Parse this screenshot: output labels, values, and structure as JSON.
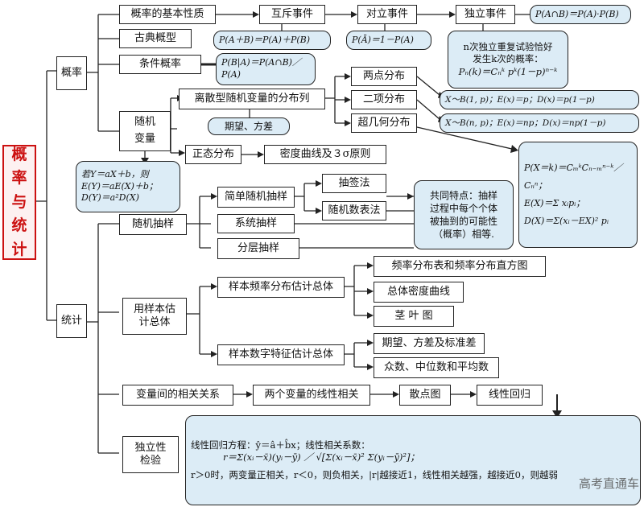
{
  "root": {
    "chars": [
      "概",
      "率",
      "与",
      "统",
      "计"
    ]
  },
  "l1": {
    "gailv": "概率",
    "tongji": "统计"
  },
  "prob": {
    "basic": "概率的基本性质",
    "classic": "古典概型",
    "cond": "条件概率",
    "rv": "随机变量",
    "mutex": "互斥事件",
    "opposite": "对立事件",
    "indep": "独立事件",
    "f_mutex": "P(A＋B)＝P(A)＋P(B)",
    "f_opp": "P(Ā)＝1－P(A)",
    "f_ind": "P(A∩B)＝P(A)·P(B)",
    "nrep_1": "n次独立重复试验恰好",
    "nrep_2": "发生k次的概率：",
    "nrep_3": "Pₙ(k)＝Cₙᵏ pᵏ(1－p)ⁿ⁻ᵏ",
    "f_cond": "P(B|A)＝P(A∩B)／P(A)",
    "discrete": "离散型随机变量的分布列",
    "expvar": "期望、方差",
    "twopoint": "两点分布",
    "binom": "二项分布",
    "hyper": "超几何分布",
    "f_twopoint": "X～B(1, p)；E(x)＝p；D(x)＝p(1－p)",
    "f_binom": "X～B(n, p)；E(x)＝np；D(x)＝np(1－p)",
    "f_hyper_1": "P(X＝k)＝CₘᵏCₙ₋ₘⁿ⁻ᵏ／Cₙⁿ；",
    "f_hyper_2": "E(X)＝Σ xᵢpᵢ；",
    "f_hyper_3": "D(X)＝Σ(xᵢ－EX)² pᵢ",
    "f_linear_1": "若Y＝aX＋b，则",
    "f_linear_2": "E(Y)＝aE(X)＋b；",
    "f_linear_3": "D(Y)＝a²D(X)",
    "normal": "正态分布",
    "density": "密度曲线及３σ原则"
  },
  "stat": {
    "sampling": "随机抽样",
    "simple": "简单随机抽样",
    "lottery": "抽签法",
    "randtable": "随机数表法",
    "systematic": "系统抽样",
    "stratified": "分层抽样",
    "common_1": "共同特点：抽样",
    "common_2": "过程中每个个体",
    "common_3": "被抽到的可能性",
    "common_4": "（概率）相等.",
    "estimate_1": "用样本估",
    "estimate_2": "计总体",
    "freqdist": "样本频率分布估计总体",
    "freqtable": "频率分布表和频率分布直方图",
    "densitycurve": "总体密度曲线",
    "stemleaf": "茎 叶 图",
    "numfeat": "样本数字特征估计总体",
    "evs": "期望、方差及标准差",
    "mode": "众数、中位数和平均数",
    "corr": "变量间的相关关系",
    "twovar": "两个变量的线性相关",
    "scatter": "散点图",
    "linreg": "线性回归",
    "indep_1": "独立性",
    "indep_2": "检验",
    "reg_1": "线性回归方程：ŷ＝â＋b̂x；线性相关系数：",
    "reg_2": "r＝Σ(xᵢ－x̄)(yᵢ－ȳ) ／ √[Σ(xᵢ－x̄)² Σ(yᵢ－ȳ)²]；",
    "reg_3": "r＞0时，两变量正相关，r＜0，则负相关，|r|越接近1，线性相关越强，越接近0，则越弱"
  },
  "watermark": "高考直通车"
}
